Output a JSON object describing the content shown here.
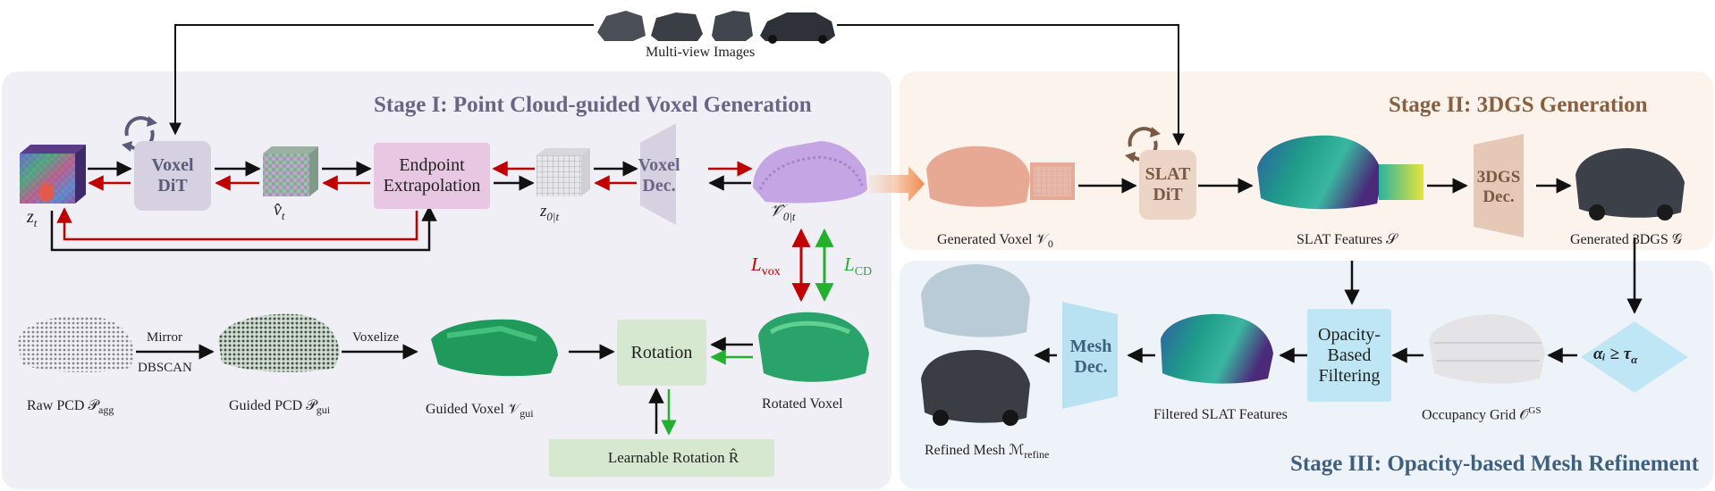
{
  "stages": {
    "stage1": {
      "title": "Stage I: Point Cloud-guided Voxel Generation"
    },
    "stage2": {
      "title": "Stage II: 3DGS Generation"
    },
    "stage3": {
      "title": "Stage III: Opacity-based Mesh Refinement"
    }
  },
  "labels": {
    "multiview": "Multi-view Images",
    "zt": "z",
    "zt_sub": "t",
    "vt_hat": "v̂",
    "vt_sub": "t",
    "z0t": "z",
    "z0t_sub": "0|t",
    "V0t": "𝒱̂",
    "V0t_sub": "0|t",
    "lvox": "L",
    "lvox_sub": "vox",
    "lcd": "L",
    "lcd_sub": "CD",
    "raw_pcd": "Raw PCD 𝒫",
    "raw_pcd_sub": "agg",
    "mirror": "Mirror",
    "dbscan": "DBSCAN",
    "guided_pcd": "Guided PCD 𝒫",
    "guided_pcd_sub": "gui",
    "voxelize": "Voxelize",
    "guided_voxel": "Guided Voxel 𝒱",
    "guided_voxel_sub": "gui",
    "rotated_voxel": "Rotated Voxel",
    "learnable_rotation": "Learnable Rotation R̂",
    "generated_voxel": "Generated Voxel 𝒱",
    "generated_voxel_sub": "0",
    "slat_features": "SLAT Features 𝒮",
    "generated_3dgs": "Generated 3DGS 𝒢",
    "alpha_condition": "αᵢ ≥ τ",
    "alpha_condition_sub": "α",
    "occupancy_grid": "Occupancy Grid 𝒪",
    "occupancy_grid_sup": "GS",
    "filtered_slat": "Filtered SLAT Features",
    "refined_mesh": "Refined Mesh ℳ",
    "refined_mesh_sub": "refine"
  },
  "boxes": {
    "voxel_dit": "Voxel\nDiT",
    "endpoint": "Endpoint\nExtrapolation",
    "voxel_dec": "Voxel\nDec.",
    "rotation": "Rotation",
    "slat_dit": "SLAT\nDiT",
    "gs_dec": "3DGS\nDec.",
    "opacity_filter": "Opacity-\nBased\nFiltering",
    "mesh_dec": "Mesh\nDec."
  },
  "colors": {
    "stage1_bg": "#f1eff6",
    "stage2_bg": "#fbf3ec",
    "stage3_bg": "#eef3f9",
    "stage1_title": "#6a6585",
    "stage2_title": "#8a5f3f",
    "stage3_title": "#3f5f7f",
    "loss_red": "#c00000",
    "loss_green": "#22b02e",
    "dit_box": "#d5d1e0",
    "endpoint_box": "#e8c7e2",
    "rotation_box": "#d6e8cf",
    "slat_box": "#ecd4c6",
    "mesh_dec_box": "#b8e2f2",
    "filter_box": "#bfe6f4"
  },
  "icons": [
    "fire-icon",
    "cycle-icon"
  ]
}
